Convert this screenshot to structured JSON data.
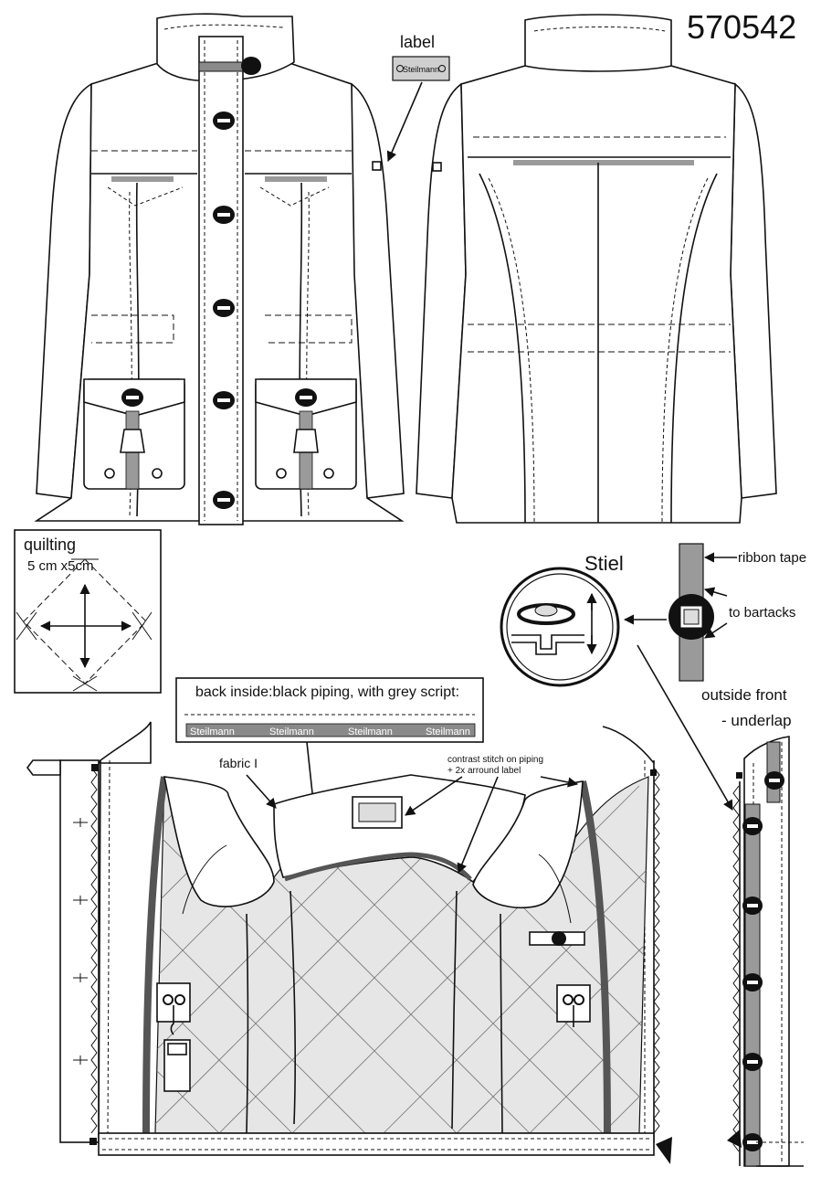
{
  "style_number": "570542",
  "label_callout": {
    "title": "label",
    "brand": "Steilmann"
  },
  "quilting_detail": {
    "title": "quilting",
    "size": "5 cm x5cm"
  },
  "stiel_detail": {
    "title": "Stiel",
    "ribbon_tape": "ribbon tape",
    "bartacks": "to bartacks"
  },
  "back_inside_note": {
    "title": "back inside:black piping, with grey script:",
    "script_repeats": [
      "Steilmann",
      "Steilmann",
      "Steilmann",
      "Steilmann"
    ]
  },
  "inside_view": {
    "fabric_label": "fabric I",
    "contrast_note_line1": "contrast stitch on piping",
    "contrast_note_line2": "+ 2x arround label"
  },
  "outside_front": {
    "line1": "outside front",
    "line2": "- underlap"
  },
  "colors": {
    "line": "#111111",
    "tape_grey": "#9a9a9a",
    "lining_grey": "#e6e6e6",
    "label_fill": "#cfcfcf"
  }
}
